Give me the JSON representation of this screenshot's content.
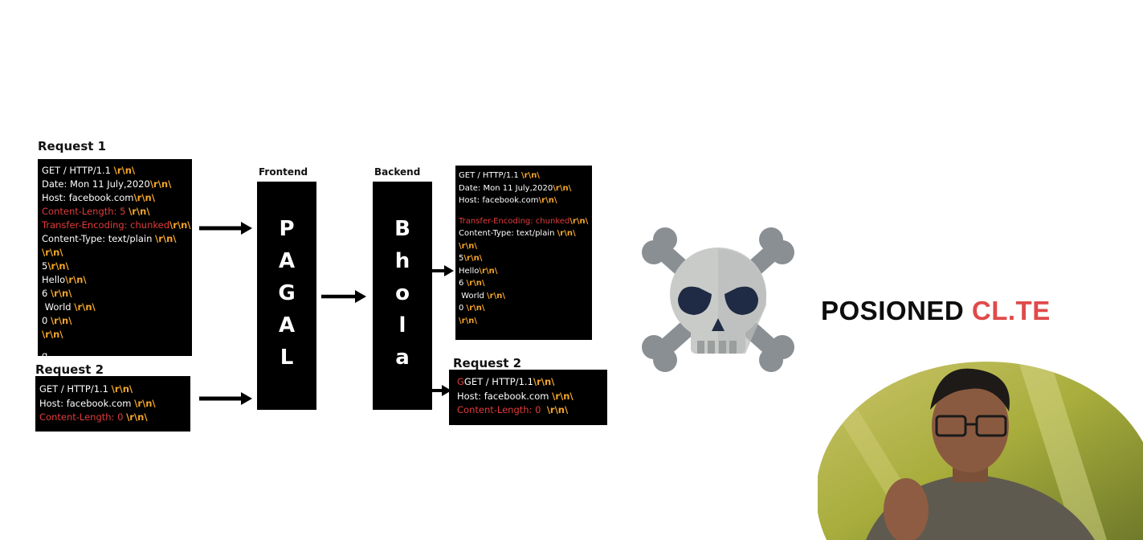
{
  "crlf": "\\r\\n\\",
  "request1": {
    "label": "Request 1",
    "lines": [
      {
        "text": "GET / HTTP/1.1 ",
        "style": "normal",
        "crlf": true
      },
      {
        "text": "Date: Mon 11 July,2020",
        "style": "normal",
        "crlf": true
      },
      {
        "text": "Host: facebook.com",
        "style": "normal",
        "crlf": true
      },
      {
        "text": "Content-Length: 5 ",
        "style": "red",
        "crlf": true
      },
      {
        "text": "Transfer-Encoding: chunked",
        "style": "red",
        "crlf": true
      },
      {
        "text": "Content-Type: text/plain ",
        "style": "normal",
        "crlf": true
      },
      {
        "text": "",
        "style": "normal",
        "crlf": true
      },
      {
        "text": "5",
        "style": "normal",
        "crlf": true
      },
      {
        "text": "Hello",
        "style": "normal",
        "crlf": true
      },
      {
        "text": "6 ",
        "style": "normal",
        "crlf": true
      },
      {
        "text": " World ",
        "style": "normal",
        "crlf": true
      },
      {
        "text": "0 ",
        "style": "normal",
        "crlf": true
      },
      {
        "text": "",
        "style": "normal",
        "crlf": true
      },
      {
        "text": "",
        "style": "normal",
        "crlf": false
      },
      {
        "text": "g",
        "style": "normal",
        "crlf": false
      }
    ]
  },
  "request2_left": {
    "label": "Request 2",
    "lines": [
      {
        "text": "GET / HTTP/1.1 ",
        "style": "normal",
        "crlf": true
      },
      {
        "text": "Host: facebook.com ",
        "style": "normal",
        "crlf": true
      },
      {
        "text": "Content-Length: 0 ",
        "style": "red",
        "crlf": true
      }
    ]
  },
  "frontend": {
    "label": "Frontend",
    "letters": [
      "P",
      "A",
      "G",
      "A",
      "L"
    ]
  },
  "backend": {
    "label": "Backend",
    "letters": [
      "B",
      "h",
      "o",
      "l",
      "a"
    ]
  },
  "backend_request1": {
    "lines": [
      {
        "text": "GET / HTTP/1.1 ",
        "style": "normal",
        "crlf": true
      },
      {
        "text": "Date: Mon 11 July,2020",
        "style": "normal",
        "crlf": true
      },
      {
        "text": "Host: facebook.com",
        "style": "normal",
        "crlf": true
      },
      {
        "text": "",
        "style": "normal",
        "crlf": false
      },
      {
        "text": "Transfer-Encoding: chunked",
        "style": "red",
        "crlf": true
      },
      {
        "text": "Content-Type: text/plain ",
        "style": "normal",
        "crlf": true
      },
      {
        "text": "",
        "style": "normal",
        "crlf": true
      },
      {
        "text": "5",
        "style": "normal",
        "crlf": true
      },
      {
        "text": "Hello",
        "style": "normal",
        "crlf": true
      },
      {
        "text": "6 ",
        "style": "normal",
        "crlf": true
      },
      {
        "text": " World ",
        "style": "normal",
        "crlf": true
      },
      {
        "text": "0 ",
        "style": "normal",
        "crlf": true
      },
      {
        "text": "",
        "style": "normal",
        "crlf": true
      }
    ]
  },
  "backend_request2": {
    "label": "Request 2",
    "lines": [
      {
        "text": "GET / HTTP/1.1",
        "style": "normal",
        "prefix": "G",
        "crlf": true
      },
      {
        "text": "Host: facebook.com ",
        "style": "normal",
        "crlf": true
      },
      {
        "text": "Content-Length: 0  ",
        "style": "red",
        "crlf": true
      }
    ]
  },
  "title": {
    "part1": "POSIONED ",
    "part2": "CL.TE"
  },
  "colors": {
    "accent_red": "#e04a4a",
    "crlf": "#f4a62a",
    "box": "#000000"
  },
  "icons": [
    "skull-crossbones-icon",
    "presenter-photo"
  ]
}
